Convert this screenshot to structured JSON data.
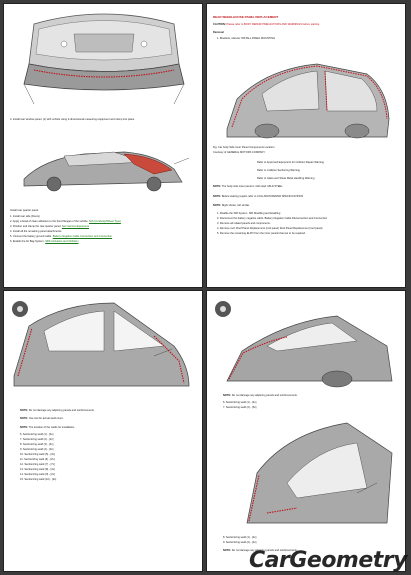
{
  "page1": {
    "caption1": "4. Install rear window panel. (1) with vehicle using 2-dimensional measuring equipment and clamp into place.",
    "caption2": "Install rear quarter panel.",
    "lines": [
      "1. Install rear side (Doors)",
      "2. Apply a bead of clean adhesive to the bond flanges of the vehicle.",
      "3. Position and clamp the rear quarter panel.",
      "4. Install all the remaining panel attachments.",
      "5. Connect the battery ground cable.",
      "6. Enable the Air Bag System."
    ],
    "link_a": "NVH (Unibody/Wheel Type)",
    "link_b": "See Service Equipment",
    "link_c": "Battery Negative Cable Connection and Connection",
    "link_d": "SRS Activation and Inhibition"
  },
  "page2": {
    "heading": "REAR WHEELHOUSE PANEL REPLACEMENT",
    "caution_label": "CAUTION:",
    "caution_text": "Please refer to BODY REPAIR PRECAUTIONS AND WARNINGS before starting.",
    "removal": "Removal",
    "removal_step": "1. Brackets, silencer INSTALL PANEL MOUNTING",
    "fig_caption": "Fig. Car body Side Inner Panel Components Location",
    "courtesy": "Courtesy of GENERAL MOTORS COMPANY",
    "refer1": "Refer to Approved Equipment for Collision Repair Warning",
    "refer2": "Refer to Collision Sectioning Warning",
    "refer3": "Refer to Glass and Sheet Metal Handling Warning",
    "note1_label": "NOTE:",
    "note1_text": "The body side outer panel is mild steel: MILD STEEL",
    "note2_label": "NOTE:",
    "note2_text": "Before starting repairs refer to COLLISION REPAIR SPECIFICATIONS",
    "note3_label": "NOTE:",
    "note3_text": "Right shown, left similar",
    "steps": [
      "1. Disable the SIR System. SIR Disabling and Enabling",
      "2. Disconnect the battery negative cable. Battery Negative Cable Disconnection and Connection",
      "3. Remove all related panels and components.",
      "4. Remove roof. Roof Panel Replacement (roof panel) Roof Panel Replacement (roof panel)",
      "5. Remove the remaining ELPO from the inner panels that are to be repaired."
    ]
  },
  "page3": {
    "note1_label": "NOTE:",
    "note1_text": "Do not damage any adjoining panels and reinforcements.",
    "note2_label": "NOTE:",
    "note2_text": "Use tool for actual weld count.",
    "note3_label": "NOTE:",
    "note3_text": "The location of the welds for installation.",
    "items": [
      "6. Sectionizing weld (1) - [4x]",
      "7. Sectionizing weld (2) - [2x]",
      "8. Sectionizing weld (3) - [4x]",
      "9. Sectionizing weld (4) - [3x]",
      "10. Sectionizing weld (5) - [4x]",
      "11. Sectionizing weld (6) - [2x]",
      "12. Sectionizing weld (7) - [7x]",
      "13. Sectionizing weld (8) - [4x]",
      "14. Sectionizing weld (9) - [2x]",
      "15. Sectionizing weld (10) - [2x]"
    ]
  },
  "page4": {
    "note1_label": "NOTE:",
    "note1_text": "Do not damage any adjoining panels and reinforcements.",
    "items_top": [
      "6. Sectionizing weld (1) - [4x]",
      "7. Sectionizing weld (2) - [5x]"
    ],
    "items_mid": [
      "8. Sectionizing weld (1) - [4x]",
      "9. Sectionizing weld (2) - [2x]"
    ],
    "note2_label": "NOTE:",
    "note2_text": "Do not damage any adjoining panels and reinforcements."
  },
  "watermark": "CarGeometry"
}
